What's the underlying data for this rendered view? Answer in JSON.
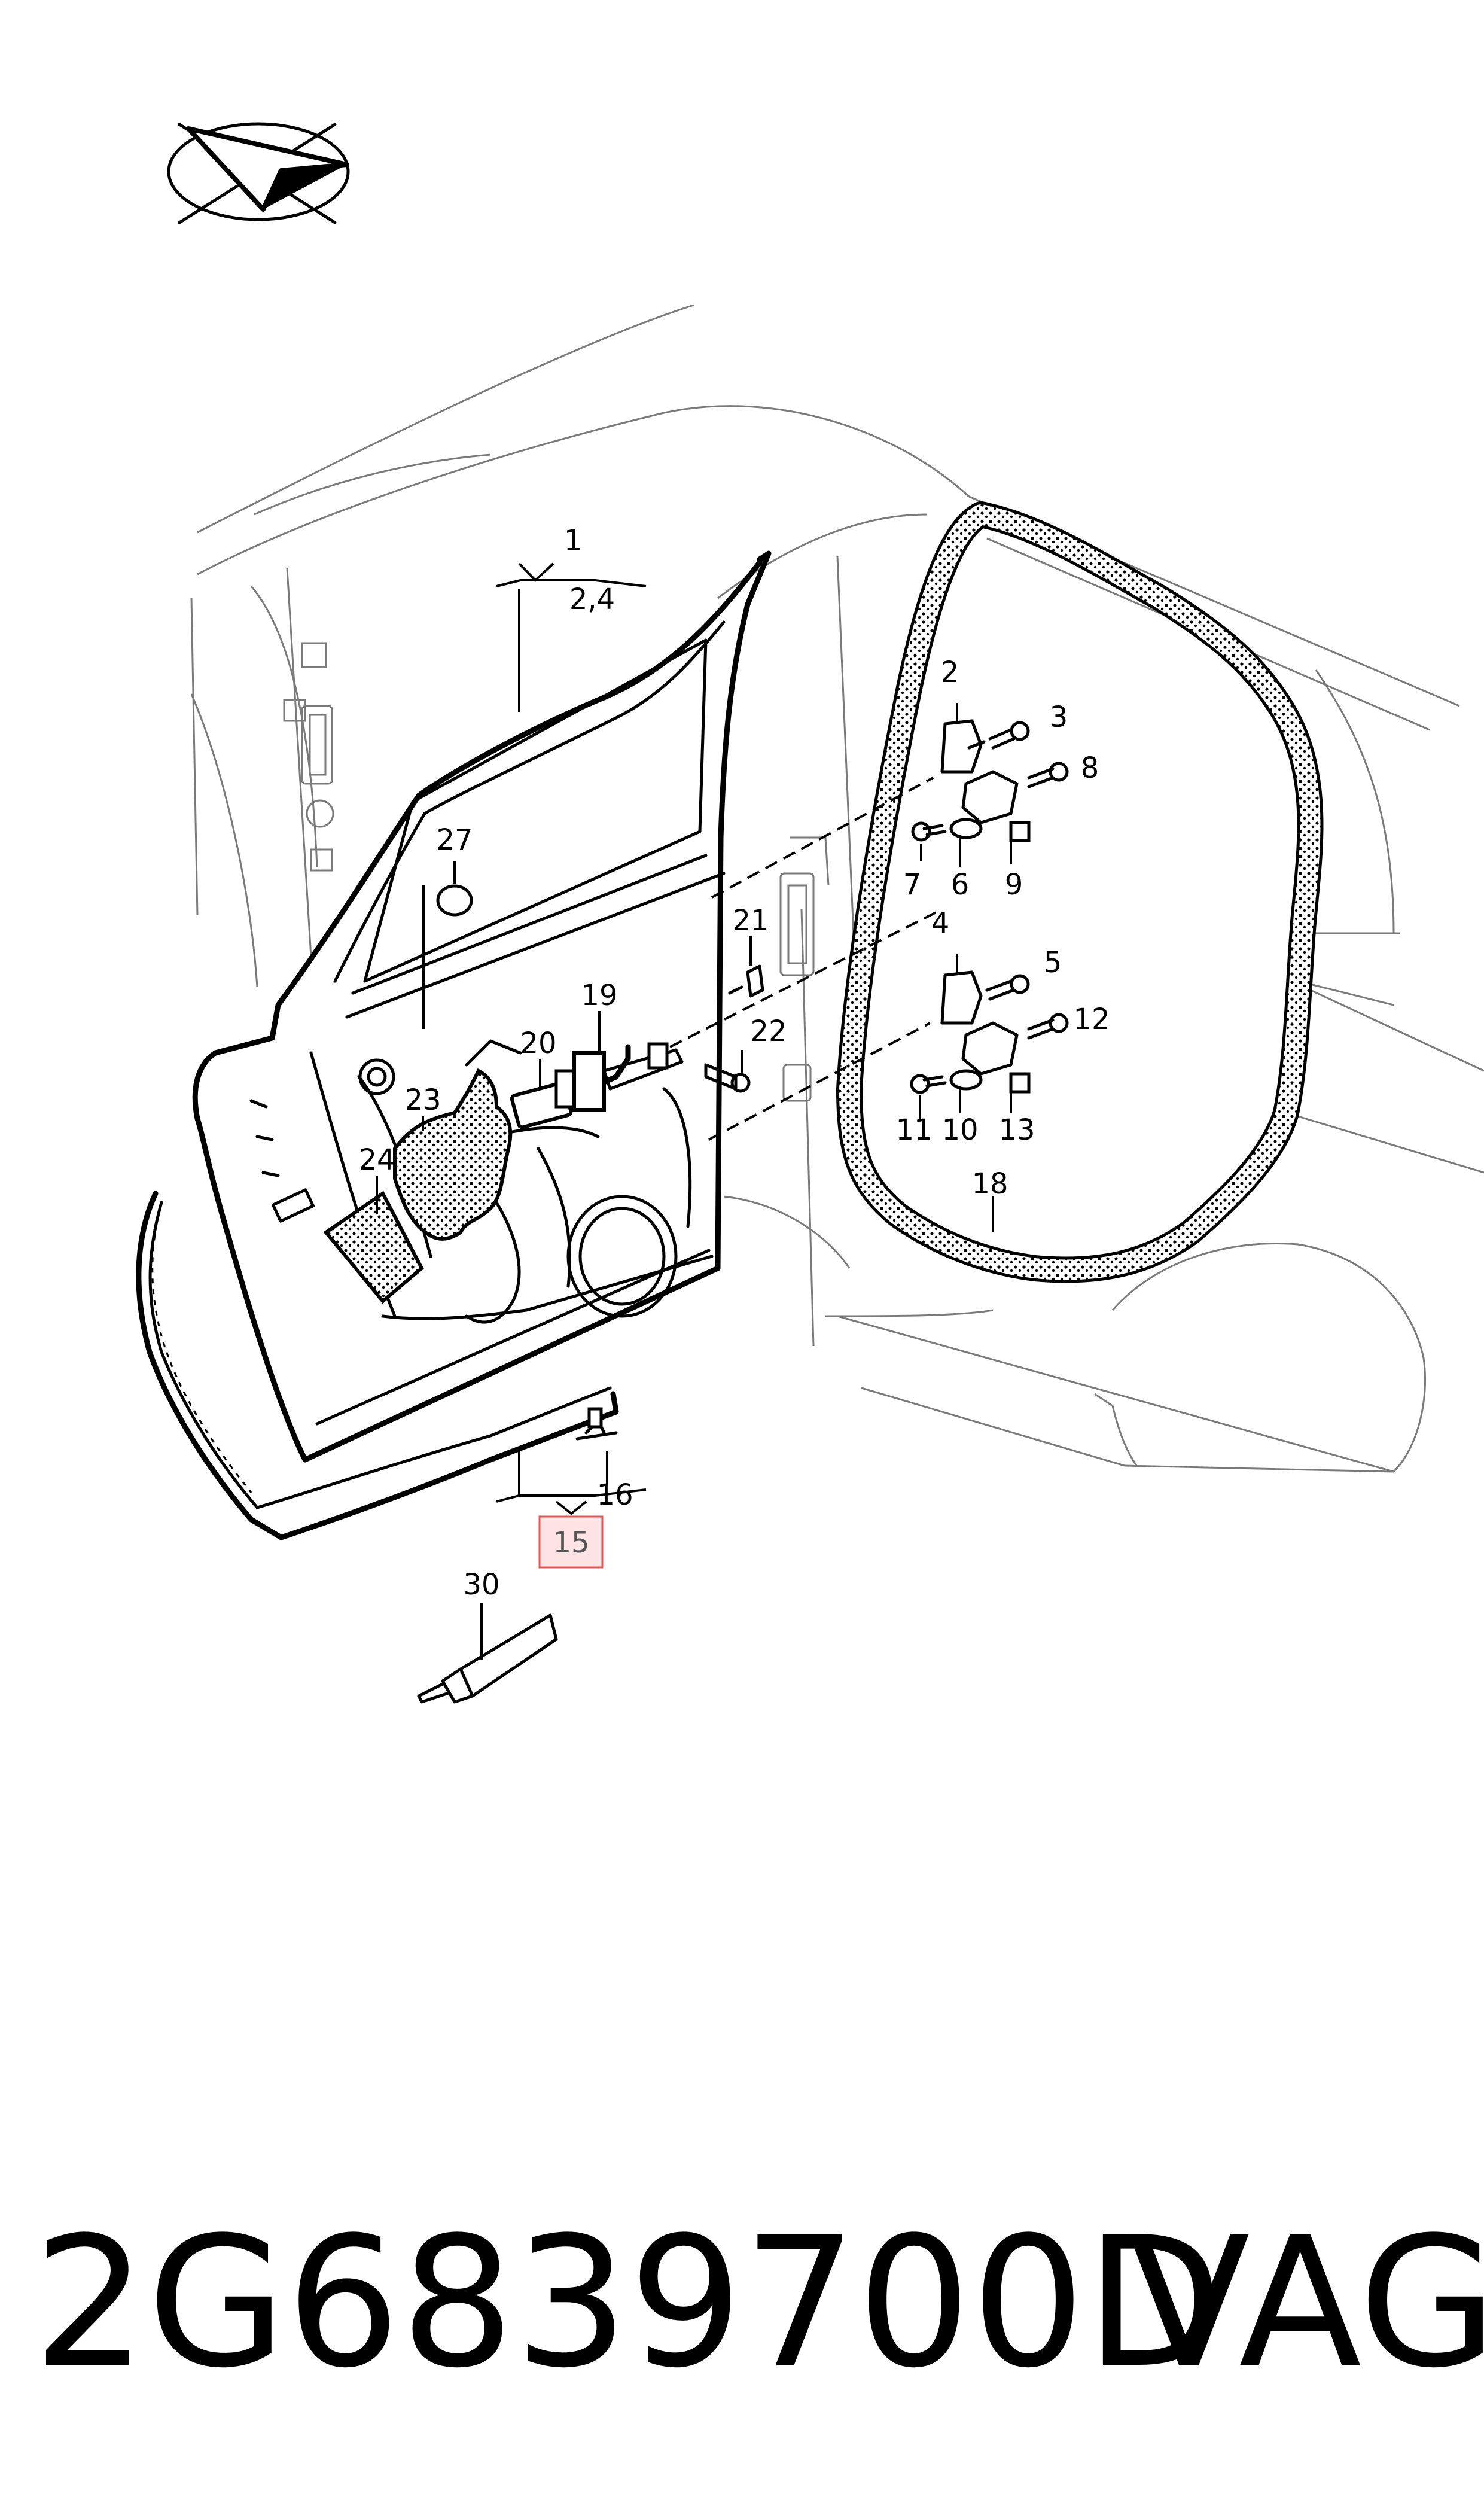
{
  "part_number": "2G6839700D",
  "brand": "VAG",
  "callouts": {
    "c1": "1",
    "c2_4": "2,4",
    "c2": "2",
    "c3": "3",
    "c4": "4",
    "c5": "5",
    "c6": "6",
    "c7": "7",
    "c8": "8",
    "c9": "9",
    "c10": "10",
    "c11": "11",
    "c12": "12",
    "c13": "13",
    "c15": "15",
    "c16": "16",
    "c18": "18",
    "c19": "19",
    "c20": "20",
    "c21": "21",
    "c22": "22",
    "c23": "23",
    "c24": "24",
    "c27": "27",
    "c30": "30"
  },
  "highlighted_callout": "15",
  "colors": {
    "highlight_fill": "#fde3e3",
    "highlight_stroke": "#e05555"
  }
}
